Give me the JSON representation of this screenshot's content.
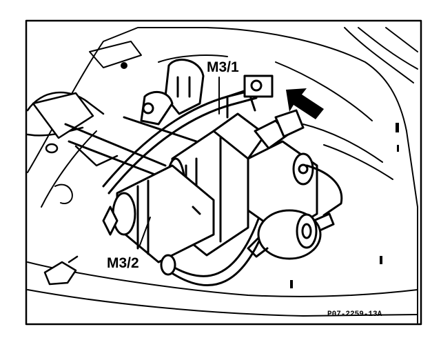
{
  "diagram": {
    "labels": {
      "pump_upper": "M3/1",
      "pump_lower": "M3/2"
    },
    "figure_code": "P07-2259-13A",
    "colors": {
      "ink": "#000000",
      "paper": "#ffffff"
    }
  }
}
